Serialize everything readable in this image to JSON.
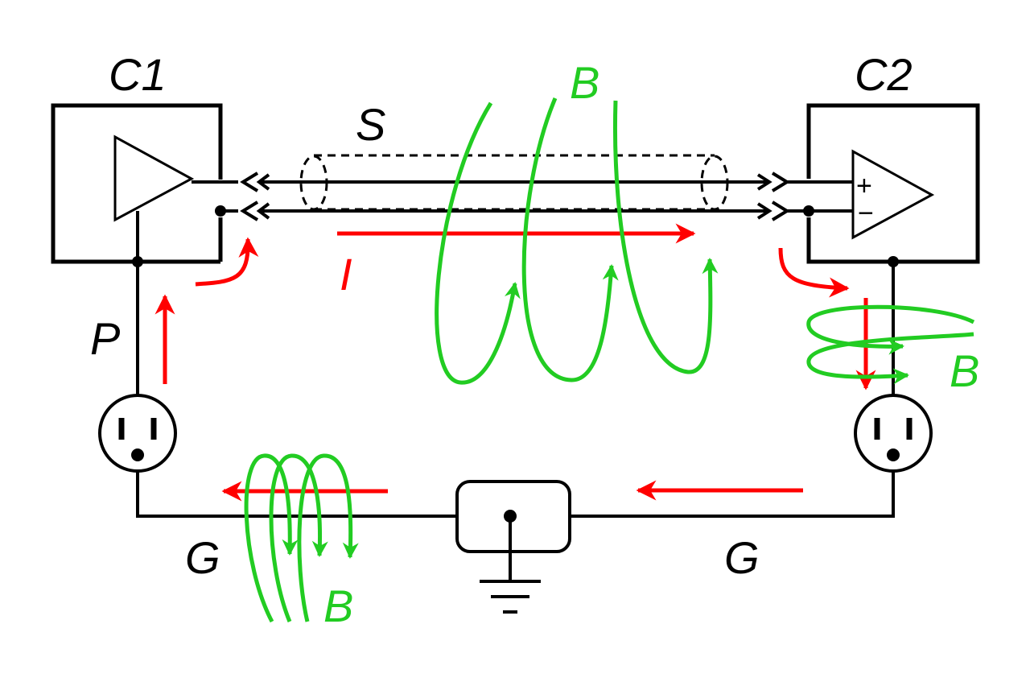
{
  "labels": {
    "c1": "C1",
    "c2": "C2",
    "shield": "S",
    "current": "I",
    "power": "P",
    "ground_left": "G",
    "ground_right": "G",
    "field_top": "B",
    "field_right": "B",
    "field_bottom": "B",
    "plus": "+",
    "minus": "−"
  },
  "colors": {
    "wire": "#000000",
    "current": "#ff0000",
    "field": "#22cc22"
  },
  "icons": [
    "amplifier-icon",
    "differential-amplifier-icon",
    "power-outlet-icon",
    "ground-symbol-icon",
    "connector-icon"
  ]
}
